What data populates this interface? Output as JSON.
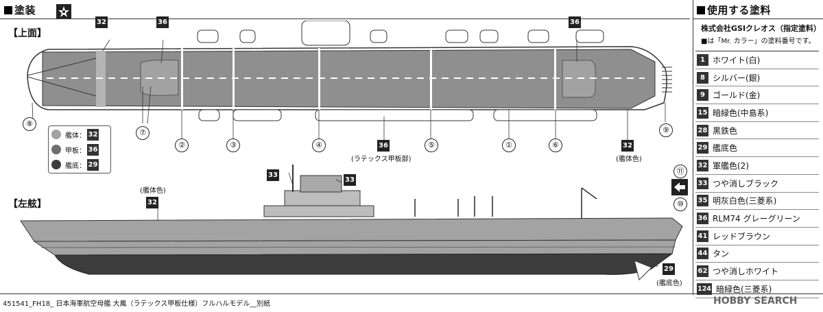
{
  "header": {
    "left_title": "塗装",
    "right_title": "使用する塗料"
  },
  "views": {
    "top": "【上面】",
    "side": "【左舷】"
  },
  "brand": {
    "maker": "株式会社GSIクレオス（指定塗料）",
    "note": "■は「Mr. カラー」の塗料番号です。"
  },
  "paints": [
    {
      "num": "1",
      "name": "ホワイト(白)"
    },
    {
      "num": "8",
      "name": "シルバー(銀)"
    },
    {
      "num": "9",
      "name": "ゴールド(金)"
    },
    {
      "num": "15",
      "name": "暗緑色(中島系)"
    },
    {
      "num": "28",
      "name": "黒鉄色"
    },
    {
      "num": "29",
      "name": "艦底色"
    },
    {
      "num": "32",
      "name": "軍艦色(2)"
    },
    {
      "num": "33",
      "name": "つや消しブラック"
    },
    {
      "num": "35",
      "name": "明灰白色(三菱系)"
    },
    {
      "num": "36",
      "name": "RLM74 グレーグリーン"
    },
    {
      "num": "41",
      "name": "レッドブラウン"
    },
    {
      "num": "44",
      "name": "タン"
    },
    {
      "num": "62",
      "name": "つや消しホワイト"
    },
    {
      "num": "124",
      "name": "暗緑色(三菱系)"
    }
  ],
  "legend": [
    {
      "label": "艦体：",
      "num": "32",
      "color": "#a3a3a3"
    },
    {
      "label": "甲板：",
      "num": "36",
      "color": "#6e6e6e"
    },
    {
      "label": "艦底：",
      "num": "29",
      "color": "#3d3d3d"
    }
  ],
  "top_badges": {
    "b1": "32",
    "b2": "36",
    "b3": "36",
    "b4": "36",
    "b5": "32"
  },
  "top_notes": {
    "deck": "(ラテックス甲板部)",
    "hull": "(艦体色)"
  },
  "circled": {
    "c8": "⑧",
    "c7": "⑦",
    "c2": "②",
    "c3": "③",
    "c4": "④",
    "c5": "⑤",
    "c1": "①",
    "c6": "⑥",
    "c9": "⑨",
    "c11": "⑪",
    "c10": "⑩"
  },
  "side_badges": {
    "b1": "33",
    "b2": "33",
    "b3": "32",
    "b4": "29"
  },
  "side_notes": {
    "hull": "(艦体色)",
    "bottom": "(艦底色)"
  },
  "footer": "451541_FH18_ 日本海軍航空母艦 大鳳（ラテックス甲板仕様）フルハルモデル__別紙",
  "watermark": "HOBBY SEARCH"
}
